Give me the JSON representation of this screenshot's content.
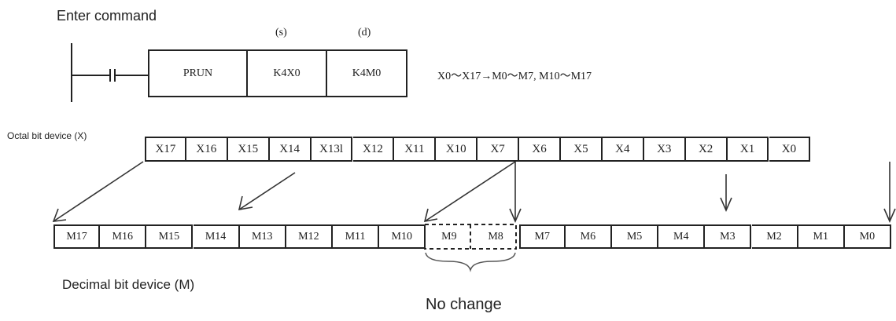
{
  "title": "Enter command",
  "instruction": {
    "operand_labels": [
      "(s)",
      "(d)"
    ],
    "cells": [
      "PRUN",
      "K4X0",
      "K4M0"
    ],
    "mapping_text": "X0～X17→M0～M7, M10～M17"
  },
  "octal_label": "Octal bit device (X)",
  "octal_cells": [
    "X17",
    "X16",
    "X15",
    "X14",
    "X13l",
    "X12",
    "X11",
    "X10",
    "X7",
    "X6",
    "X5",
    "X4",
    "X3",
    "X2",
    "X1",
    "X0"
  ],
  "decimal_cells": [
    "M17",
    "M16",
    "M15",
    "M14",
    "M13",
    "M12",
    "M11",
    "M10",
    "M9",
    "M8",
    "M7",
    "M6",
    "M5",
    "M4",
    "M3",
    "M2",
    "M1",
    "M0"
  ],
  "decimal_label": "Decimal bit device (M)",
  "no_change_label": "No change"
}
